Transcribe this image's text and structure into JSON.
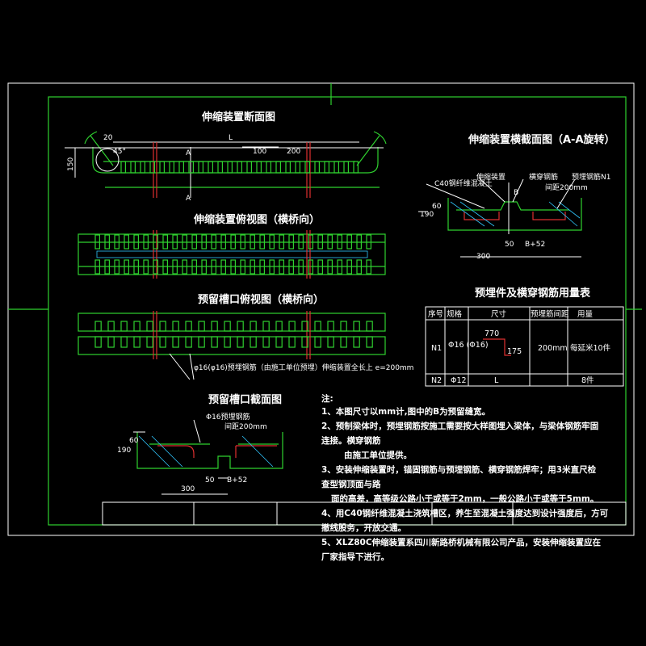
{
  "titles": {
    "section": "伸缩装置断面图",
    "plan": "伸缩装置俯视图（横桥向）",
    "groove_plan": "预留槽口俯视图（横桥向）",
    "cross": "伸缩装置横截面图（A-A旋转）",
    "groove_section": "预留槽口截面图",
    "table": "预埋件及横穿钢筋用量表",
    "notes": "注:"
  },
  "section_dims": {
    "d20": "20",
    "d45": "45°",
    "L": "L",
    "d100": "100",
    "d200": "200",
    "d150": "150",
    "A1": "A",
    "A2": "A"
  },
  "cross_labels": {
    "c40": "C40钢纤维混凝土",
    "device": "伸缩装置",
    "bar": "横穿钢筋",
    "embed": "预埋钢筋N1",
    "spacing": "间距200mm",
    "B": "B",
    "d190": "190",
    "d60": "60",
    "d300": "300",
    "d50": "50",
    "b452": "B+52"
  },
  "groove_labels": {
    "embed": "Φ16预埋钢筋",
    "spacing": "间距200mm",
    "d190": "190",
    "d60": "60",
    "d300": "300",
    "d50": "50",
    "b452": "B+52"
  },
  "rebar_callout": "φ16(φ16)预埋钢筋（由施工单位预埋）伸缩装置全长上 e=200mm",
  "table": {
    "headers": [
      "序号",
      "规格",
      "尺寸",
      "预埋筋间距",
      "用量"
    ],
    "rows": [
      {
        "id": "N1",
        "spec": "Φ16\n(Φ16)",
        "size_a": "770",
        "size_b": "175",
        "spacing": "200mm",
        "qty": "每延米10件"
      },
      {
        "id": "N2",
        "spec": "Φ12",
        "size": "L",
        "spacing": "",
        "qty": "8件"
      }
    ]
  },
  "notes": [
    "1、本图尺寸以mm计,图中的B为预留缝宽。",
    "2、预制梁体时，预埋钢筋按施工需要按大样图埋入梁体，与梁体钢筋牢固",
    "连接。横穿钢筋",
    "由施工单位提供。",
    "3、安装伸缩装置时，锚固钢筋与预埋钢筋、横穿钢筋焊牢；用3米直尺检",
    "查型钢顶面与路",
    "面的高差，高等级公路小于或等于2mm，一般公路小于或等于5mm。",
    "4、用C40钢纤维混凝土浇筑槽区，养生至混凝土强度达到设计强度后，方可",
    "撤线股务，开放交通。",
    "5、XLZ80C伸缩装置系四川新路桥机械有限公司产品，安装伸缩装置应在",
    "厂家指导下进行。"
  ],
  "colors": {
    "background": "#000000",
    "structure": "#2fd12f",
    "rebar": "#e03030",
    "text": "#ffffff",
    "hatch": "#30c8ff"
  }
}
